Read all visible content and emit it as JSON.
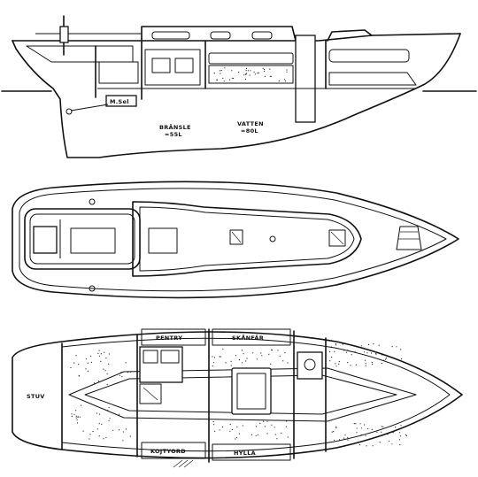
{
  "labels": {
    "fuel_tank": "BRÄNSLE",
    "fuel_tank_sub": "≈55L",
    "water_tank": "VATTEN",
    "water_tank_sub": "≈80L",
    "engine": "M.Sel",
    "galley": "PENTRY",
    "cabin_star": "SKÅNFÄR",
    "stuv": "STUV",
    "kojtyord": "KOJTYORD",
    "hylla": "HYLLA"
  }
}
